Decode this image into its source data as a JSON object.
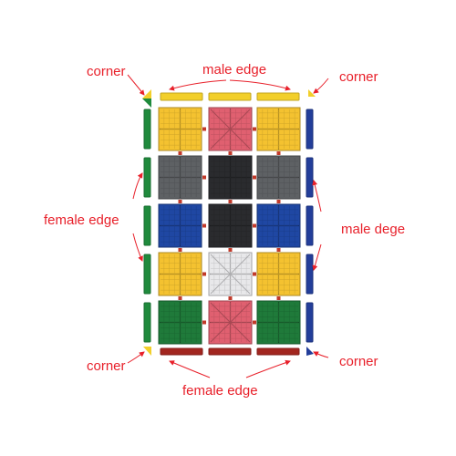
{
  "labels": {
    "top_left": "corner",
    "top": "male edge",
    "top_right": "corner",
    "left": "female edge",
    "right": "male dege",
    "bottom_left": "corner",
    "bottom_right": "corner",
    "bottom": "female edge"
  },
  "colors": {
    "label": "#e8202a",
    "arrow": "#e8202a",
    "yellow": "#f4c230",
    "red": "#e06070",
    "dark_gray": "#5e6164",
    "black": "#2a2b2e",
    "blue": "#1f47a3",
    "white": "#e8e8ea",
    "green": "#1f7a3a",
    "edge_top": "#f2cf2a",
    "edge_left": "#1f8a3c",
    "edge_right": "#233e9a",
    "edge_bottom": "#a2261f"
  },
  "tile_grid": [
    [
      "yellow",
      "red",
      "yellow"
    ],
    [
      "dark_gray",
      "black",
      "dark_gray"
    ],
    [
      "blue",
      "black",
      "blue"
    ],
    [
      "yellow",
      "white",
      "yellow"
    ],
    [
      "green",
      "red",
      "green"
    ]
  ]
}
